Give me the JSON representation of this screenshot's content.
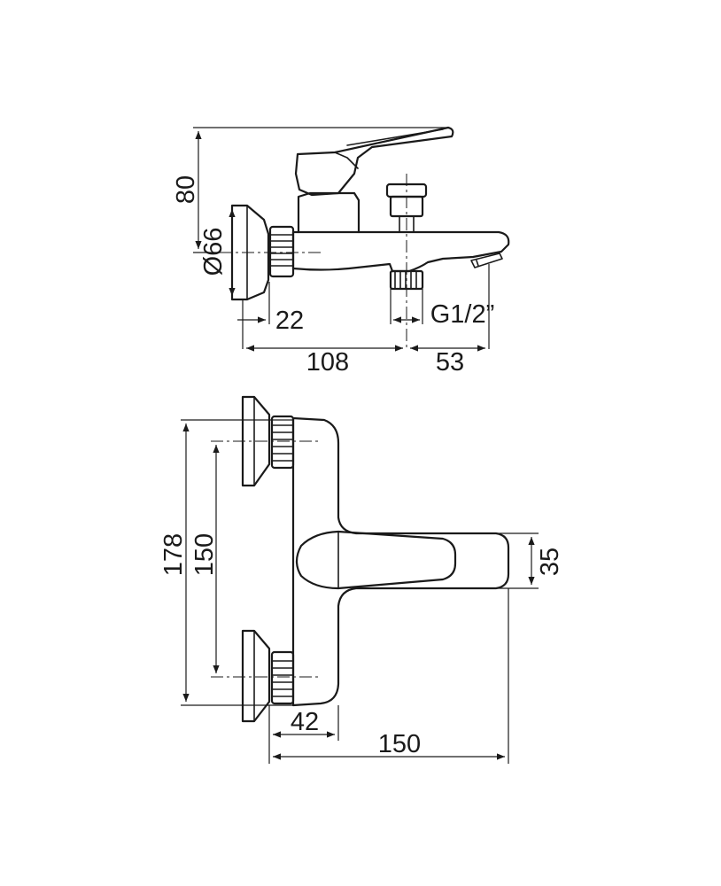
{
  "side_view": {
    "height": "80",
    "flange_diameter": "Ø66",
    "connection_offset": "22",
    "outlet_thread": "G1/2”",
    "body_length": "108",
    "spout_projection": "53"
  },
  "top_view": {
    "overall_height": "178",
    "inlet_spacing": "150",
    "lever_width": "35",
    "body_depth": "42",
    "overall_projection": "150"
  }
}
